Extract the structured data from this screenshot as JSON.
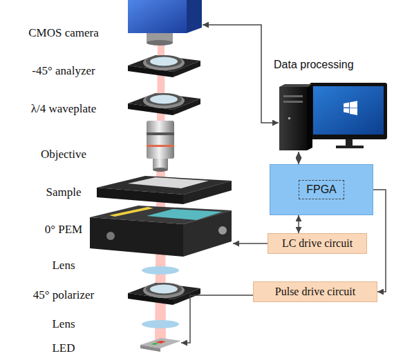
{
  "diagram": {
    "nodes": [
      {
        "text": [
          "Data processing"
        ]
      },
      {
        "text": [
          "FPGA"
        ]
      },
      {
        "text": [
          "LC drive circuit"
        ]
      },
      {
        "text": [
          "Pulse drive circuit"
        ]
      }
    ],
    "edges": [
      {
        "from": 0,
        "to": 1,
        "arrow": "both"
      },
      {
        "from": 1,
        "to": 2,
        "arrow": "both"
      },
      {
        "from": 1,
        "to": 3,
        "arrow": "to"
      }
    ],
    "labels": [
      "CMOS camera",
      "-45° analyzer",
      "λ/4 waveplate",
      "Objective",
      "Sample",
      "0° PEM",
      "Lens",
      "45° polarizer",
      "Lens",
      "LED"
    ]
  }
}
